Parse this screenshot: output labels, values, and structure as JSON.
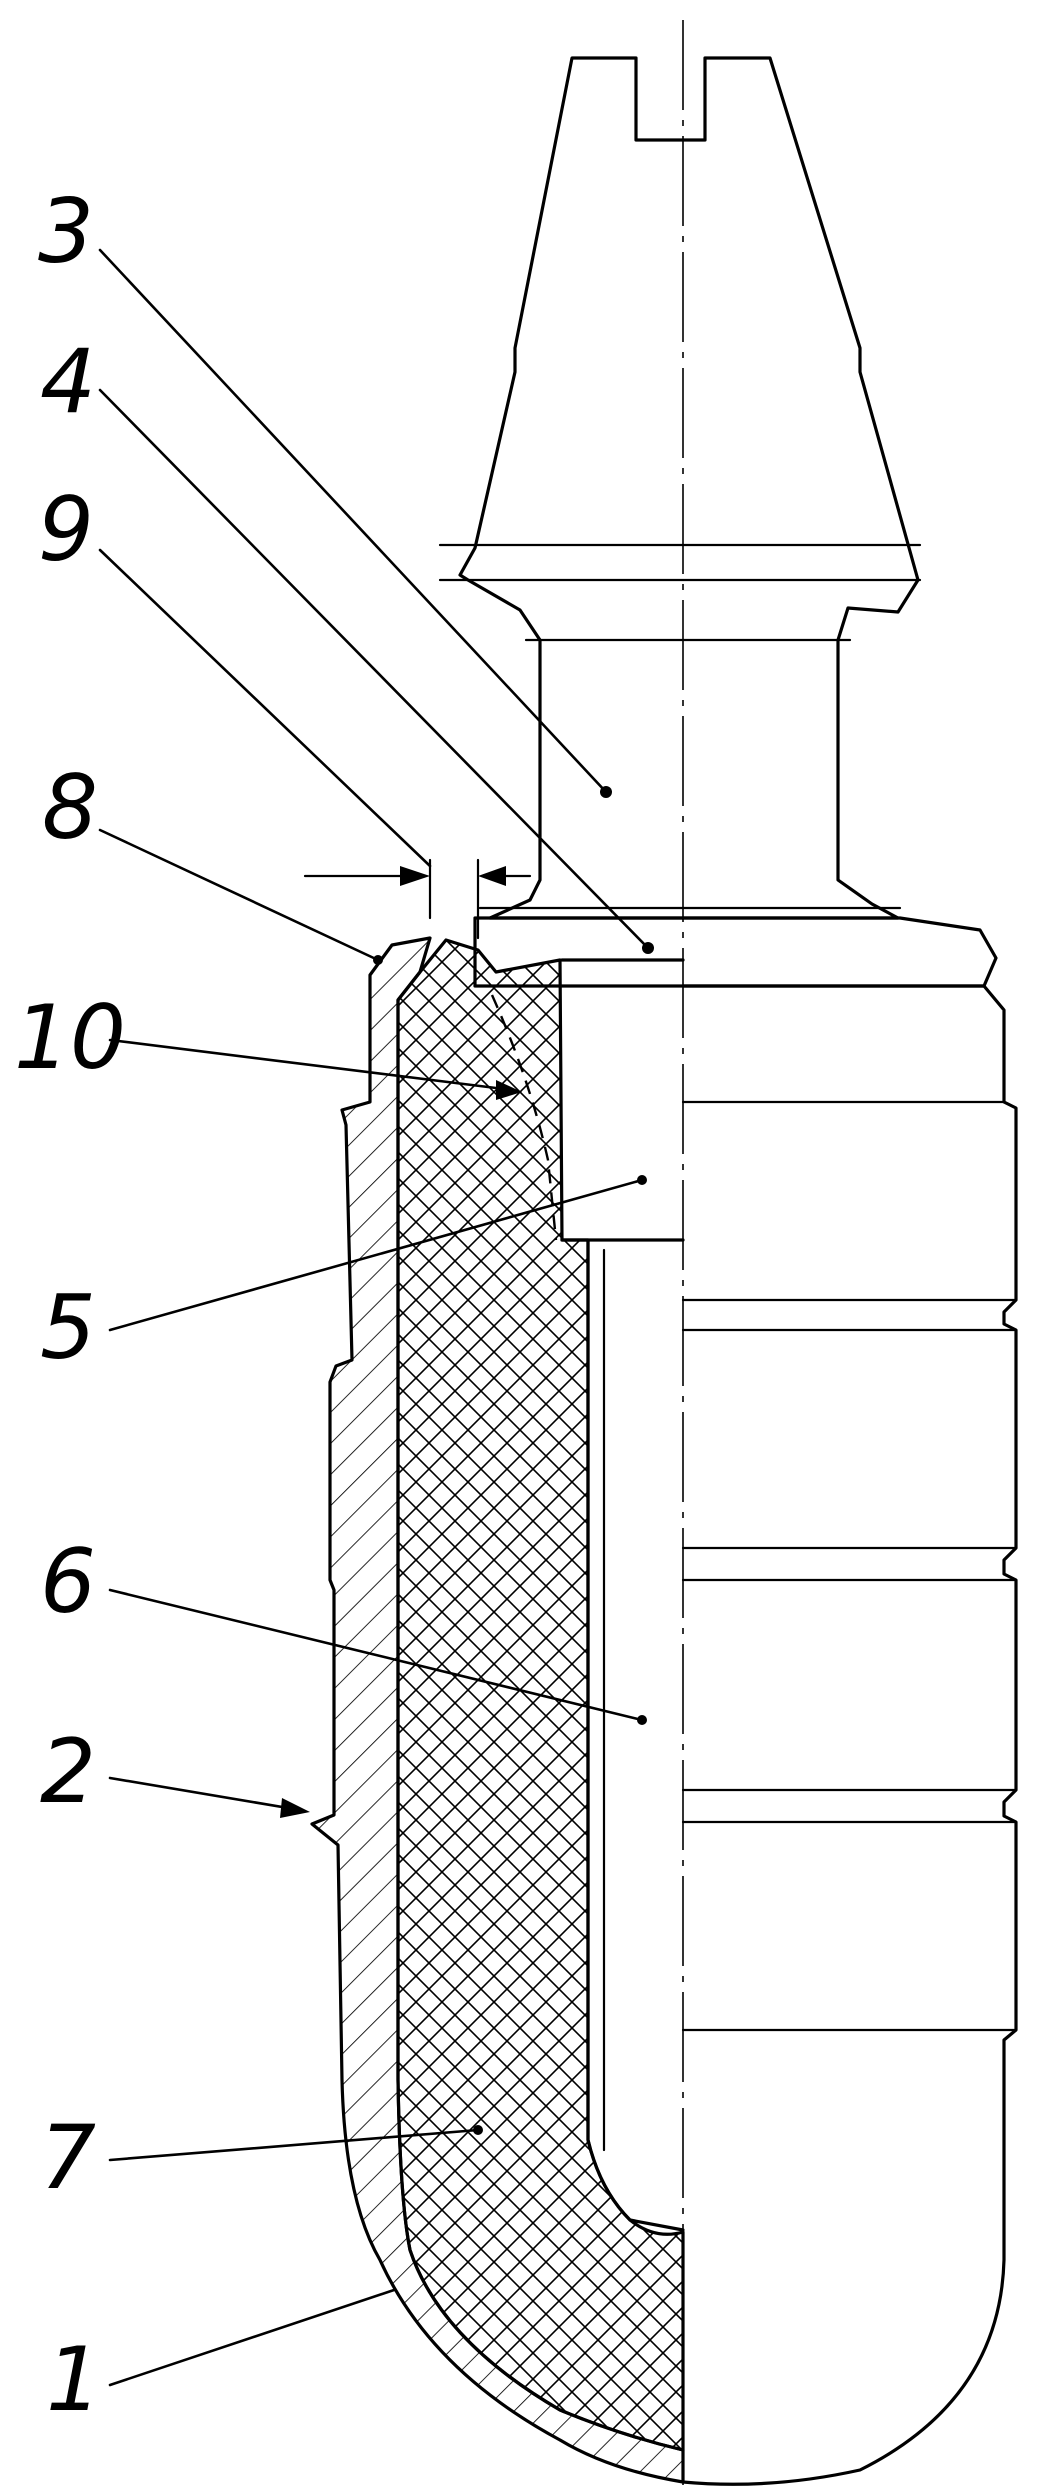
{
  "figure": {
    "labels": [
      {
        "id": "3",
        "text": "3"
      },
      {
        "id": "4",
        "text": "4"
      },
      {
        "id": "9",
        "text": "9"
      },
      {
        "id": "8",
        "text": "8"
      },
      {
        "id": "10",
        "text": "10"
      },
      {
        "id": "5",
        "text": "5"
      },
      {
        "id": "6",
        "text": "6"
      },
      {
        "id": "2",
        "text": "2"
      },
      {
        "id": "7",
        "text": "7"
      },
      {
        "id": "1",
        "text": "1"
      }
    ],
    "colors": {
      "line": "#000000",
      "background": "#ffffff"
    }
  }
}
